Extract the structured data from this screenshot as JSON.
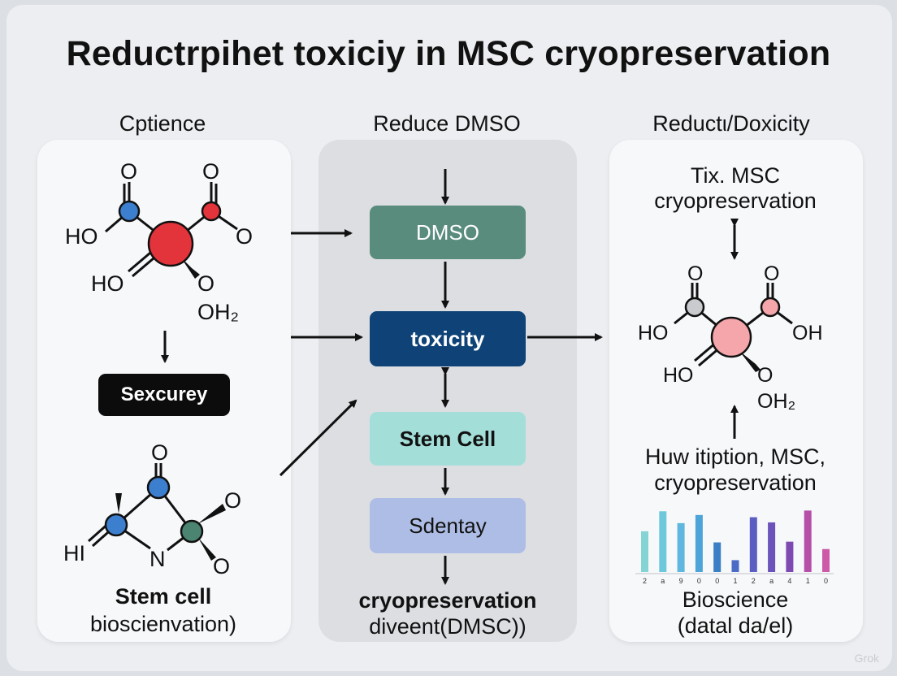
{
  "title": "Reductrpihet toxiciy in MSC cryopreservation",
  "columns": {
    "left": {
      "heading": "Cptience",
      "molecule_labels": [
        "O",
        "O",
        "HO",
        "O",
        "HO",
        "O",
        "OH₂"
      ],
      "button": "Sexcurey",
      "molecule2_labels": [
        "O",
        "O",
        "HI",
        "N",
        "O"
      ],
      "caption_line1": "Stem cell",
      "caption_line2": "bioscienvation)"
    },
    "middle": {
      "heading_line1": "Reduce DMSO",
      "heading_line2": "toxicity",
      "boxes": [
        "DMSO",
        "toxicity",
        "Stem Cell",
        "Sdentay"
      ],
      "footer_line1": "cryopreservation",
      "footer_line2": "diveent(DMSC))"
    },
    "right": {
      "heading": "Reductι/Doxicity",
      "top_line1": "Tix. MSC",
      "top_line2": "cryopreservation",
      "molecule_labels": [
        "O",
        "O",
        "HO",
        "OH",
        "HO",
        "O",
        "OH₂"
      ],
      "mid_line1": "Huw itiption, MSC,",
      "mid_line2": "cryopreservation",
      "bottom_line1": "Bioscience",
      "bottom_line2": "(datal da/el)"
    }
  },
  "chart_data": {
    "type": "bar",
    "categories": [
      "2",
      "a",
      "9",
      "0",
      "0",
      "1",
      "2",
      "a",
      "4",
      "1",
      "0"
    ],
    "values": [
      5.5,
      8.2,
      6.6,
      7.7,
      4.0,
      1.6,
      7.4,
      6.7,
      4.1,
      8.3,
      3.1
    ],
    "colors": [
      "#84d3d5",
      "#6ec8dc",
      "#5fb6de",
      "#4da4d9",
      "#3b7fc4",
      "#4a6bc6",
      "#5a5ec2",
      "#6c52bb",
      "#7e4ab1",
      "#b54fa8",
      "#cc5aa9"
    ],
    "ylim": [
      0,
      9
    ]
  },
  "watermark": "Grok"
}
